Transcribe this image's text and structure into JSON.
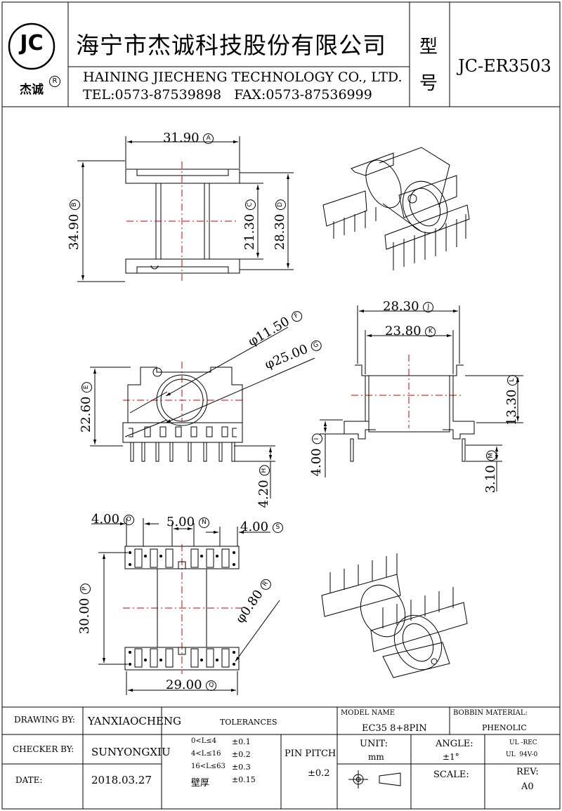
{
  "header": {
    "logo_letters": "JC",
    "logo_caption": "杰诚",
    "registered_mark": "R",
    "company_cn": "海宁市杰诚科技股份有限公司",
    "company_en": "HAINING JIECHENG TECHNOLOGY CO., LTD.",
    "contact": "TEL:0573-87539898   FAX:0573-87536999",
    "model_label_1": "型",
    "model_label_2": "号",
    "model_value": "JC-ER3503"
  },
  "dimensions": {
    "A": {
      "value": "31.90",
      "tag": "A"
    },
    "B": {
      "value": "34.90",
      "tag": "B"
    },
    "C": {
      "value": "21.30",
      "tag": "C"
    },
    "D": {
      "value": "28.30",
      "tag": "D"
    },
    "E": {
      "value": "22.60",
      "tag": "E"
    },
    "F": {
      "value": "φ11.50",
      "tag": "F"
    },
    "G": {
      "value": "φ25.00",
      "tag": "G"
    },
    "H": {
      "value": "4.20",
      "tag": "H"
    },
    "I": {
      "value": "4.00",
      "tag": "I"
    },
    "J": {
      "value": "28.30",
      "tag": "J"
    },
    "K": {
      "value": "23.80",
      "tag": "K"
    },
    "L": {
      "value": "13.30",
      "tag": "L"
    },
    "M": {
      "value": "3.10",
      "tag": "M"
    },
    "N": {
      "value": "5.00",
      "tag": "N"
    },
    "O": {
      "value": "4.00",
      "tag": "O"
    },
    "P": {
      "value": "30.00",
      "tag": "P"
    },
    "Q": {
      "value": "29.00",
      "tag": "Q"
    },
    "R": {
      "value": "φ0.80",
      "tag": "R"
    },
    "S": {
      "value": "4.00",
      "tag": "S"
    }
  },
  "title_block": {
    "drawing_by_label": "DRAWING  BY:",
    "drawing_by_value": "YANXIAOCHENG",
    "checker_by_label": "CHECKER  BY:",
    "checker_by_value": "SUNYONGXIU",
    "date_label": "DATE:",
    "date_value": "2018.03.27",
    "tolerances_label": "TOLERANCES",
    "tol_rows": [
      {
        "range": "0<L≤4",
        "value": "±0.1"
      },
      {
        "range": "4<L≤16",
        "value": "±0.2"
      },
      {
        "range": "16<L≤63",
        "value": "±0.3"
      },
      {
        "range": "壁厚",
        "value": "±0.15"
      }
    ],
    "pin_pitch_label": "PIN PITCH",
    "pin_pitch_value": "±0.2",
    "model_name_label": "MODEL NAME",
    "model_name_value": "EC35 8+8PIN",
    "bobbin_material_label": "BOBBIN MATERIAL:",
    "bobbin_material_value": "PHENOLIC",
    "unit_label": "UNIT:",
    "unit_value": "mm",
    "angle_label": "ANGLE:",
    "angle_value": "±1°",
    "ul_rec": "UL -REC",
    "ul_94": "UL  94V-0",
    "scale_label": "SCALE:",
    "rev_label": "REV:",
    "rev_value": "A0"
  }
}
